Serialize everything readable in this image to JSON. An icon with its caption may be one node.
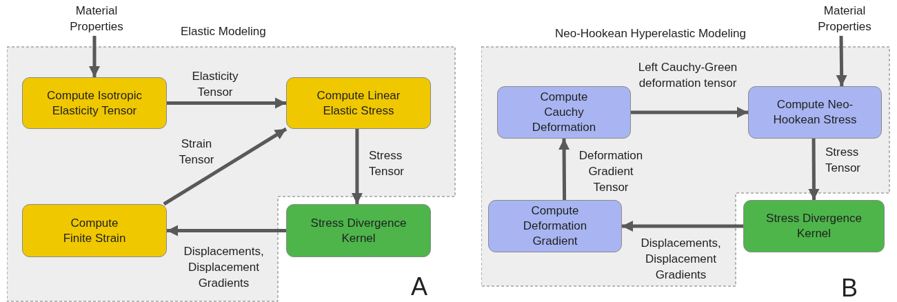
{
  "diagram": {
    "nodes": [
      {
        "text": [
          "Material Properties"
        ]
      },
      {
        "text": [
          "Elastic Modeling"
        ]
      },
      {
        "text": [
          "Compute Isotropic Elasticity Tensor"
        ],
        "in": 1
      },
      {
        "text": [
          "Compute Linear Elastic Stress"
        ],
        "in": 1
      },
      {
        "text": [
          "Compute Finite Strain"
        ],
        "in": 1
      },
      {
        "text": [
          "Stress Divergence Kernel"
        ]
      },
      {
        "text": [
          "Neo-Hookean Hyperelastic Modeling"
        ]
      },
      {
        "text": [
          "Material Properties"
        ]
      },
      {
        "text": [
          "Compute Cauchy Deformation"
        ],
        "in": 6
      },
      {
        "text": [
          "Compute Neo-Hookean Stress"
        ],
        "in": 6
      },
      {
        "text": [
          "Compute Deformation Gradient"
        ],
        "in": 6
      },
      {
        "text": [
          "Stress Divergence Kernel"
        ]
      }
    ],
    "edges": [
      {
        "from": 0,
        "to": 2,
        "arrow": "to"
      },
      {
        "from": 2,
        "to": 3,
        "arrow": "to",
        "label": "Elasticity Tensor"
      },
      {
        "from": 4,
        "to": 3,
        "arrow": "to",
        "label": "Strain Tensor"
      },
      {
        "from": 3,
        "to": 5,
        "arrow": "to",
        "label": "Stress Tensor"
      },
      {
        "from": 5,
        "to": 4,
        "arrow": "to",
        "label": "Displacements, Displacement Gradients"
      },
      {
        "from": 7,
        "to": 9,
        "arrow": "to"
      },
      {
        "from": 8,
        "to": 9,
        "arrow": "to",
        "label": "Left Cauchy-Green deformation tensor"
      },
      {
        "from": 9,
        "to": 11,
        "arrow": "to",
        "label": "Stress Tensor"
      },
      {
        "from": 11,
        "to": 10,
        "arrow": "to",
        "label": "Displacements, Displacement Gradients"
      },
      {
        "from": 10,
        "to": 8,
        "arrow": "to",
        "label": "Deformation Gradient Tensor"
      }
    ],
    "labels": [
      "A",
      "B"
    ]
  }
}
